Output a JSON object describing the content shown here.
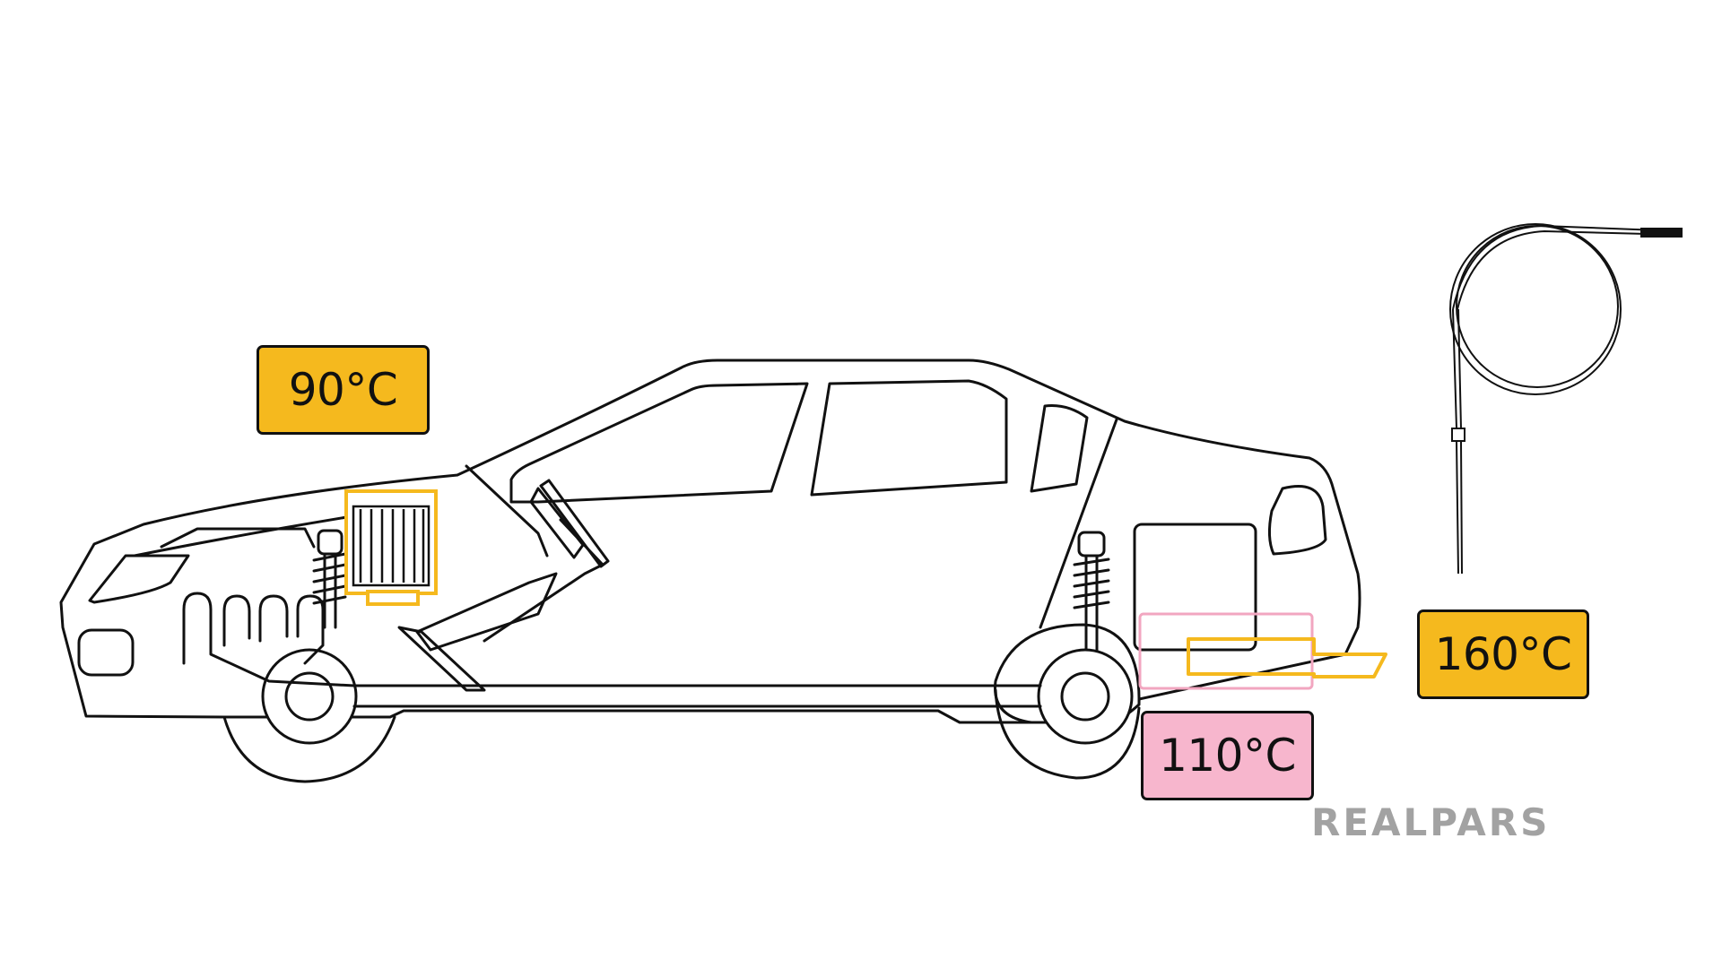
{
  "labels": {
    "radiator": "90°C",
    "exhaust_outlet": "160°C",
    "catalytic_converter": "110°C"
  },
  "logo": {
    "text": "REALPARS"
  },
  "colors": {
    "yellow_tag": "#f5b91e",
    "pink_tag": "#f7b6cd",
    "outline": "#111111",
    "highlight_yellow": "#f5b91e",
    "highlight_pink": "#f2a6c0",
    "logo_gray": "#a2a2a2"
  },
  "icons": [
    "car-outline-icon",
    "radiator-icon",
    "suspension-spring-icon",
    "exhaust-pipe-icon",
    "temperature-probe-icon"
  ]
}
